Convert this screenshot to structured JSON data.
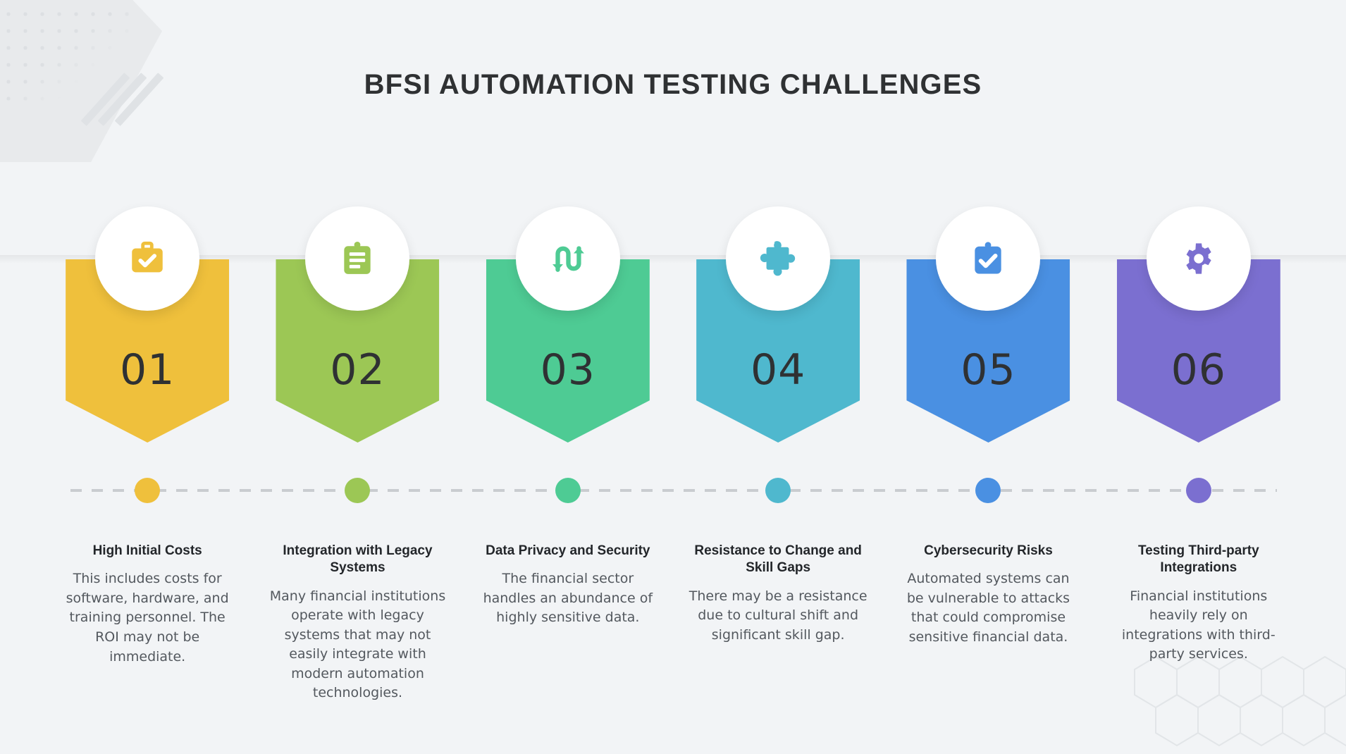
{
  "page": {
    "title": "BFSI AUTOMATION TESTING CHALLENGES",
    "background_color": "#f2f4f6",
    "title_color": "#2f3133",
    "timeline_color": "#c9ccd0"
  },
  "items": [
    {
      "number": "01",
      "icon": "briefcase-check-icon",
      "color": "#EFC03C",
      "title": "High Initial Costs",
      "description": "This includes costs for software, hardware, and training personnel. The ROI may not be immediate."
    },
    {
      "number": "02",
      "icon": "clipboard-lines-icon",
      "color": "#9CC755",
      "title": "Integration with Legacy Systems",
      "description": "Many financial institutions operate with legacy systems that may not easily integrate with modern automation technologies."
    },
    {
      "number": "03",
      "icon": "transfer-arrows-icon",
      "color": "#4ECB94",
      "title": "Data Privacy and Security",
      "description": "The financial sector handles an abundance of highly sensitive data."
    },
    {
      "number": "04",
      "icon": "puzzle-piece-icon",
      "color": "#4FB8CE",
      "title": "Resistance to Change and Skill Gaps",
      "description": "There may be a resistance due to cultural shift and significant skill gap."
    },
    {
      "number": "05",
      "icon": "clipboard-check-icon",
      "color": "#4A90E2",
      "title": "Cybersecurity Risks",
      "description": "Automated systems can be vulnerable to attacks that could compromise sensitive financial data."
    },
    {
      "number": "06",
      "icon": "gear-icon",
      "color": "#7B6FD0",
      "title": "Testing Third-party Integrations",
      "description": "Financial institutions heavily rely on integrations with third-party services."
    }
  ]
}
